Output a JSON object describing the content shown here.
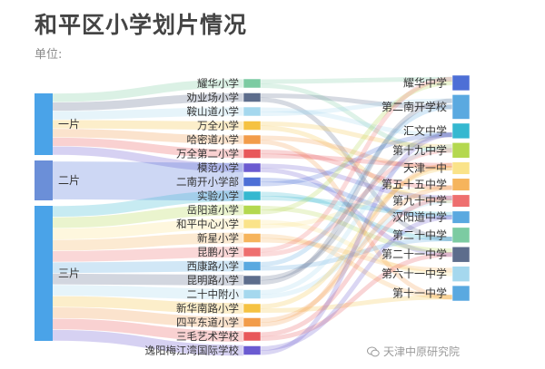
{
  "page": {
    "title": "和平区小学划片情况",
    "unit_label": "单位:"
  },
  "watermark": {
    "text": "天津中原研究院",
    "icon": "wechat-icon"
  },
  "diagram": {
    "type": "sankey",
    "groups": [
      {
        "id": "g1",
        "label": "一片",
        "color": "#4aa3e8"
      },
      {
        "id": "g2",
        "label": "二片",
        "color": "#6b8fd8"
      },
      {
        "id": "g3",
        "label": "三片",
        "color": "#4aa3e8"
      }
    ],
    "primary_schools": [
      {
        "label": "耀华小学",
        "group": "g1",
        "color": "#7ccba2"
      },
      {
        "label": "劝业场小学",
        "group": "g1",
        "color": "#5d6d8c"
      },
      {
        "label": "鞍山道小学",
        "group": "g1",
        "color": "#a5d8ee"
      },
      {
        "label": "万全小学",
        "group": "g1",
        "color": "#f5c242"
      },
      {
        "label": "哈密道小学",
        "group": "g1",
        "color": "#f29c4a"
      },
      {
        "label": "万全第二小学",
        "group": "g1",
        "color": "#e8585b"
      },
      {
        "label": "模范小学",
        "group": "g1",
        "color": "#6b5bd1"
      },
      {
        "label": "二南开小学部",
        "group": "g2",
        "color": "#4d6fd6"
      },
      {
        "label": "实验小学",
        "group": "g3",
        "color": "#35b8d0"
      },
      {
        "label": "岳阳道小学",
        "group": "g3",
        "color": "#b4d84f"
      },
      {
        "label": "和平中心小学",
        "group": "g3",
        "color": "#fae38a"
      },
      {
        "label": "新星小学",
        "group": "g3",
        "color": "#f6b45c"
      },
      {
        "label": "昆鹏小学",
        "group": "g3",
        "color": "#ee6f6f"
      },
      {
        "label": "西康路小学",
        "group": "g3",
        "color": "#5aa9e0"
      },
      {
        "label": "昆明路小学",
        "group": "g3",
        "color": "#5d6d8c"
      },
      {
        "label": "二十中附小",
        "group": "g3",
        "color": "#a5d8ee"
      },
      {
        "label": "新华南路小学",
        "group": "g3",
        "color": "#f5c242"
      },
      {
        "label": "四平东道小学",
        "group": "g3",
        "color": "#f29c4a"
      },
      {
        "label": "三毛艺术学校",
        "group": "g3",
        "color": "#e8585b"
      },
      {
        "label": "逸阳梅江湾国际学校",
        "group": "g3",
        "color": "#6b5bd1"
      }
    ],
    "middle_schools": [
      {
        "label": "耀华中学",
        "color": "#4d6fd6",
        "weight": 1
      },
      {
        "label": "第二南开学校",
        "color": "#5aa9e0",
        "weight": 1.6
      },
      {
        "label": "汇文中学",
        "color": "#35b8d0",
        "weight": 1
      },
      {
        "label": "第十九中学",
        "color": "#b4d84f",
        "weight": 1
      },
      {
        "label": "天津一中",
        "color": "#fae38a",
        "weight": 0.8
      },
      {
        "label": "第五十五中学",
        "color": "#f6b45c",
        "weight": 0.8
      },
      {
        "label": "第九十中学",
        "color": "#ee6f6f",
        "weight": 0.8
      },
      {
        "label": "汉阳道中学",
        "color": "#5aa9e0",
        "weight": 0.8
      },
      {
        "label": "第二十中学",
        "color": "#7ccba2",
        "weight": 1
      },
      {
        "label": "第二十一中学",
        "color": "#5d6d8c",
        "weight": 1
      },
      {
        "label": "第六十一中学",
        "color": "#a5d8ee",
        "weight": 1
      },
      {
        "label": "第十一中学",
        "color": "#5aa9e0",
        "weight": 1
      }
    ]
  }
}
